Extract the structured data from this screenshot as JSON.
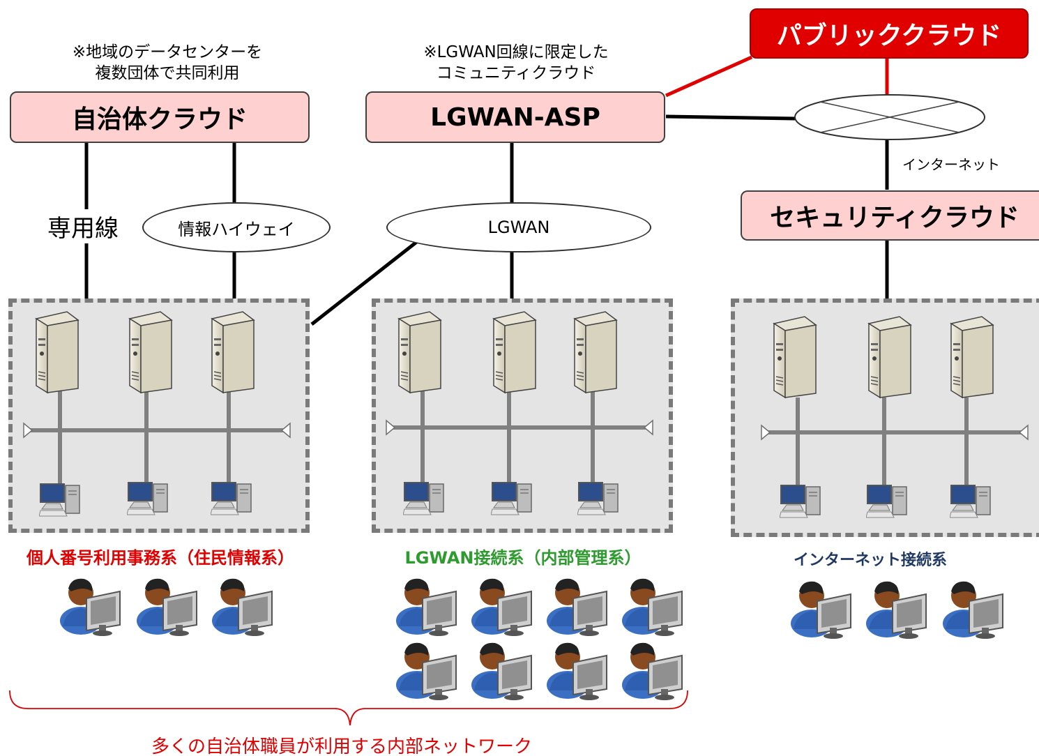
{
  "colors": {
    "cloud_fill": "#ffd0d0",
    "public_cloud_fill": "#e00000",
    "red_line": "#e00000",
    "zone_fill": "#e4e4e4",
    "label_red": "#e00000",
    "label_green": "#2e9b2e",
    "label_navy": "#203864"
  },
  "notes": {
    "jichitai": "※地域のデータセンターを\n複数団体で共同利用",
    "lgwan": "※LGWAN回線に限定した\nコミュニティクラウド"
  },
  "clouds": {
    "jichitai": "自治体クラウド",
    "lgwan_asp": "LGWAN-ASP",
    "public": "パブリッククラウド",
    "security": "セキュリティクラウド"
  },
  "networks": {
    "dedicated_line": "専用線",
    "info_highway": "情報ハイウェイ",
    "lgwan": "LGWAN",
    "internet": "インターネット"
  },
  "zones": [
    {
      "label": "個人番号利用事務系（住民情報系）",
      "color": "#e00000",
      "users": 3
    },
    {
      "label": "LGWAN接続系（内部管理系）",
      "color": "#2e9b2e",
      "users": 8
    },
    {
      "label": "インターネット接続系",
      "color": "#203864",
      "users": 3
    }
  ],
  "footer": "多くの自治体職員が利用する内部ネットワーク",
  "icons": [
    "server-icon",
    "desktop-pc-icon",
    "user-at-computer-icon"
  ]
}
